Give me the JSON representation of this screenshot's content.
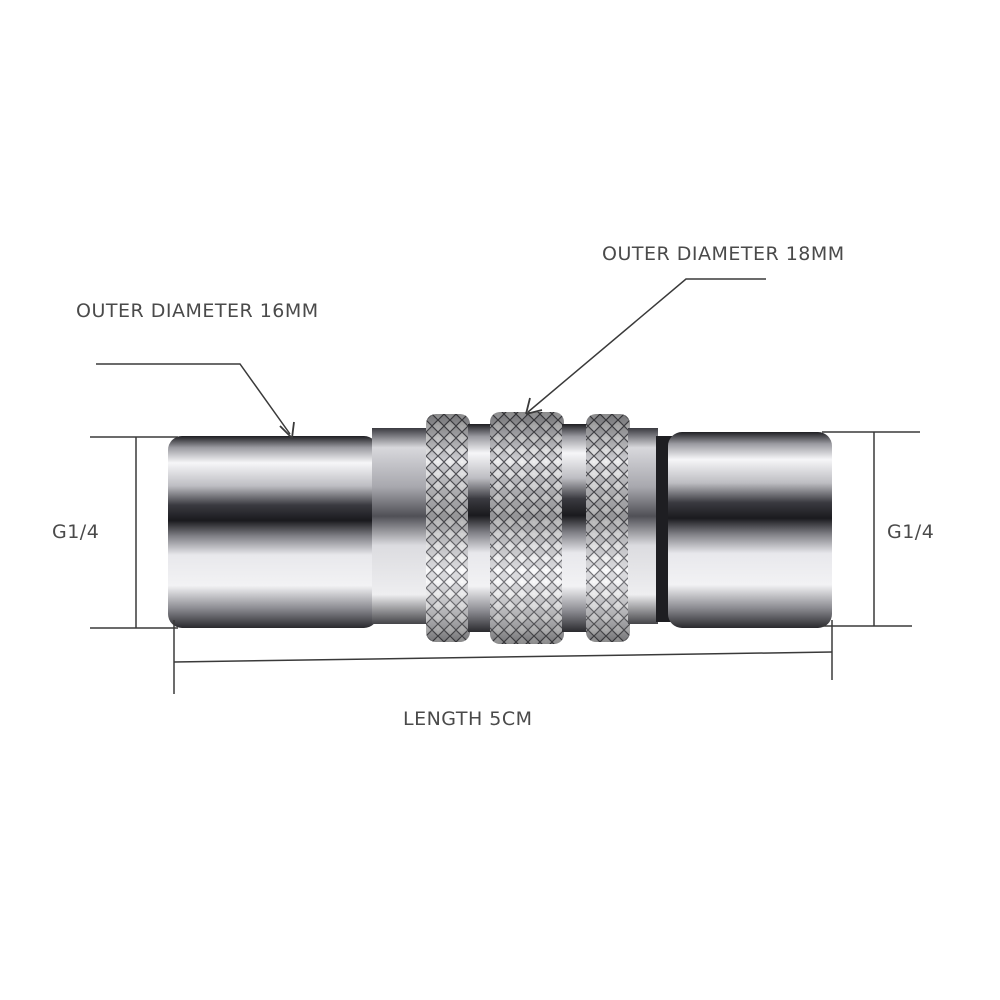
{
  "annotations": {
    "outer_diameter_large": "OUTER DIAMETER 18MM",
    "outer_diameter_small": "OUTER DIAMETER 16MM",
    "thread_left": "G1/4",
    "thread_right": "G1/4",
    "length": "LENGTH 5CM"
  },
  "colors": {
    "line": "#3a3a3a",
    "label": "#4a4a4a",
    "chrome_dark": "#2a2a2e",
    "chrome_light": "#f4f4f6"
  }
}
